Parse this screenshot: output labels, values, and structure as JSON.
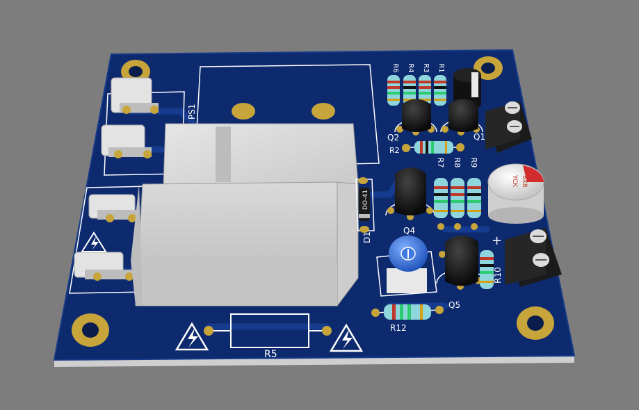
{
  "silkscreen": {
    "ps1": "PS1",
    "q1": "Q1",
    "q2": "Q2",
    "q4": "Q4",
    "q5": "Q5",
    "r1": "R1",
    "r2": "R2",
    "r3": "R3",
    "r4": "R4",
    "r5": "R5",
    "r6": "R6",
    "r7": "R7",
    "r8": "R8",
    "r9": "R9",
    "r10": "R10",
    "r12": "R12",
    "d1": "D1",
    "d1_package": "DO-41",
    "plus": "+"
  },
  "capacitor_marking": {
    "brand": "YCK",
    "code": "8X8"
  },
  "colors": {
    "background": "#7d7d7d",
    "board": "#0d2a6e",
    "copper_pad": "#c8a53a",
    "silkscreen": "#ffffff",
    "terminal_block": "#1b1b1b",
    "transformer": "#d8d8d8",
    "trimmer": "#2f6fd6"
  }
}
